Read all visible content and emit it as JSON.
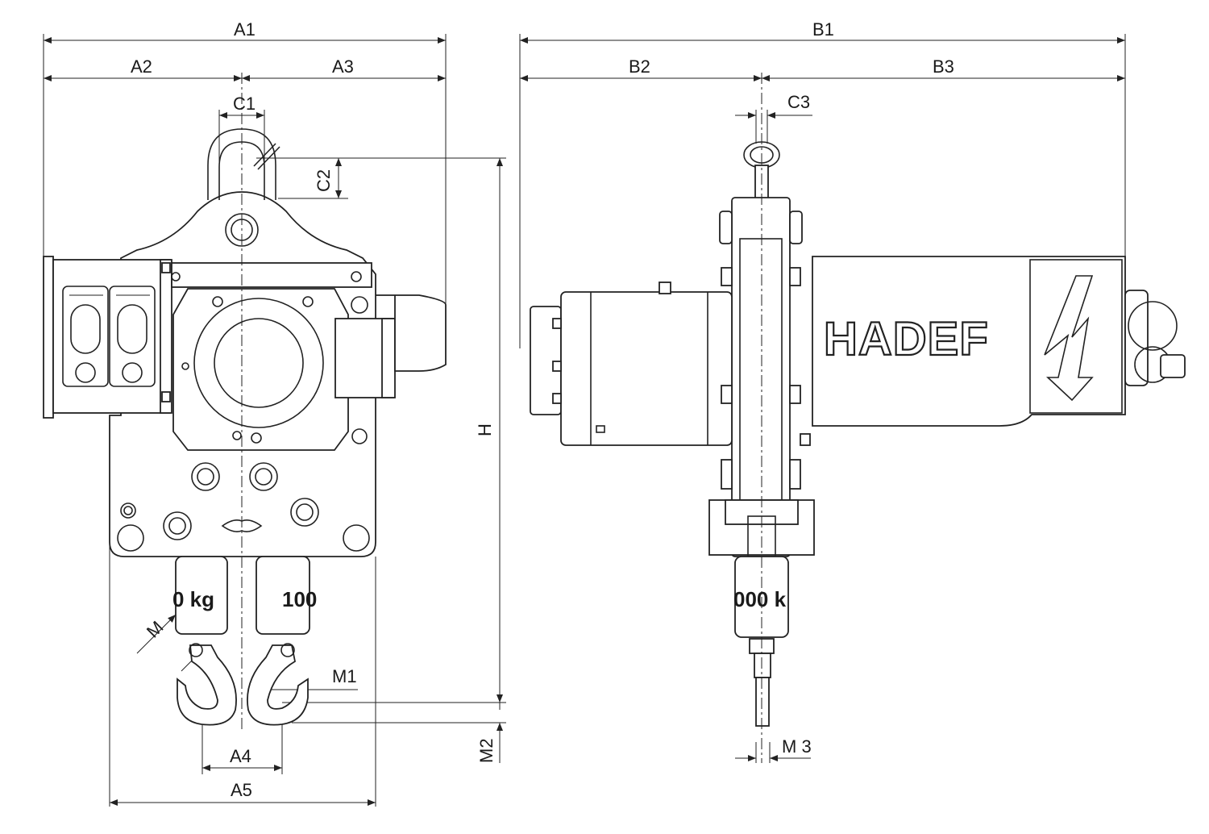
{
  "brand": "HADEF",
  "front_view": {
    "dimension_labels": {
      "a1": "A1",
      "a2": "A2",
      "a3": "A3",
      "c1": "C1",
      "c2": "C2",
      "h": "H",
      "m": "M",
      "m1": "M1",
      "m2": "M2",
      "a4": "A4",
      "a5": "A5"
    },
    "block_labels": {
      "left": "0 kg",
      "right": "100"
    }
  },
  "side_view": {
    "dimension_labels": {
      "b1": "B1",
      "b2": "B2",
      "b3": "B3",
      "c3": "C3",
      "m3": "M 3"
    },
    "block_label": "000 k"
  }
}
